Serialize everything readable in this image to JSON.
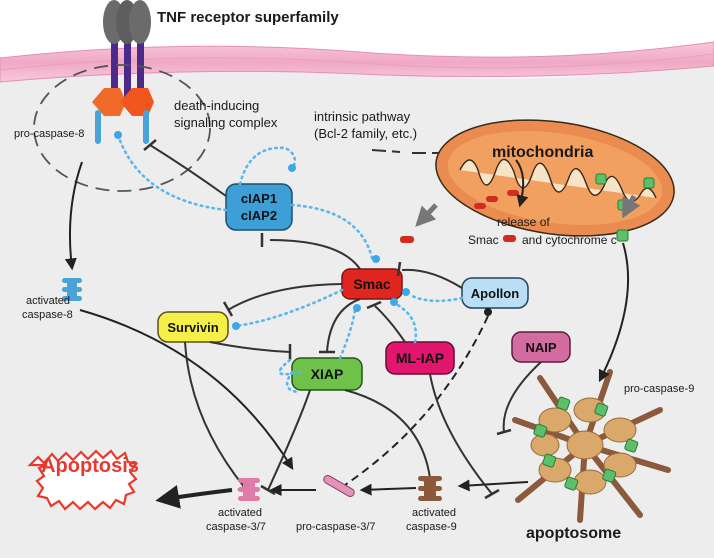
{
  "labels": {
    "tnf_title": "TNF receptor superfamily",
    "pro_caspase8": "pro-caspase-8",
    "disc_line1": "death-inducing",
    "disc_line2": "signaling complex",
    "intrinsic_line1": "intrinsic pathway",
    "intrinsic_line2": "(Bcl-2 family, etc.)",
    "mitochondria": "mitochondria",
    "release_line1": "release of",
    "smac_release": "Smac",
    "release_line2": "and cytochrome c",
    "activated_caspase8_line1": "activated",
    "activated_caspase8_line2": "caspase-8",
    "pro_caspase9": "pro-caspase-9",
    "apoptosome": "apoptosome",
    "apoptosis": "Apoptosis",
    "activated_caspase37_line1": "activated",
    "activated_caspase37_line2": "caspase-3/7",
    "pro_caspase37": "pro-caspase-3/7",
    "activated_caspase9_line1": "activated",
    "activated_caspase9_line2": "caspase-9"
  },
  "nodes": {
    "ciap_line1": "cIAP1",
    "ciap_line2": "cIAP2",
    "smac": "Smac",
    "apollon": "Apollon",
    "survivin": "Survivin",
    "xiap": "XIAP",
    "mliap": "ML-IAP",
    "naip": "NAIP"
  },
  "colors": {
    "membrane": "#f2b3cc",
    "cytoplasm": "#ececec",
    "mitochondria": "#e9894d",
    "ciap": "#3d9fd6",
    "smac": "#e0261f",
    "apollon": "#b9def5",
    "survivin": "#f5ef4a",
    "xiap": "#6ec24a",
    "mliap": "#e3166f",
    "naip": "#d46ba1",
    "apoptosis": "#e8392c",
    "cytochrome_c": "#5cc06a"
  }
}
